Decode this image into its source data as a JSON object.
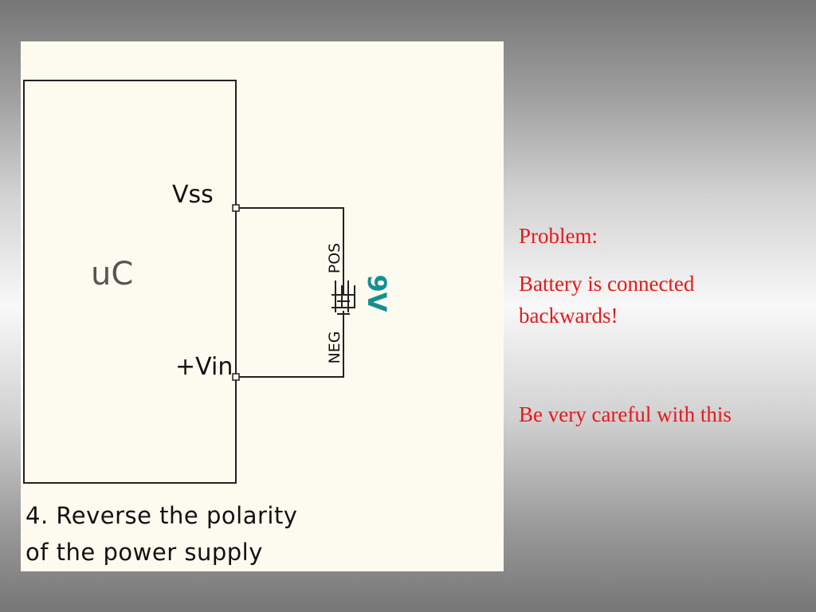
{
  "diagram": {
    "chip_label": "uC",
    "pin_top_label": "Vss",
    "pin_bottom_label": "+Vin",
    "battery_pos_label": "POS",
    "battery_neg_label": "NEG",
    "battery_voltage_label": "9V",
    "caption_line1": "4. Reverse the polarity",
    "caption_line2": "of the power supply",
    "colors": {
      "panel_bg": "#fdfbf0",
      "wire": "#222222",
      "voltage_label": "#159090"
    }
  },
  "notes": {
    "heading": "Problem:",
    "line1": "Battery is connected",
    "line2": "backwards!",
    "warning": "Be very careful with this",
    "color": "#e8181c"
  }
}
